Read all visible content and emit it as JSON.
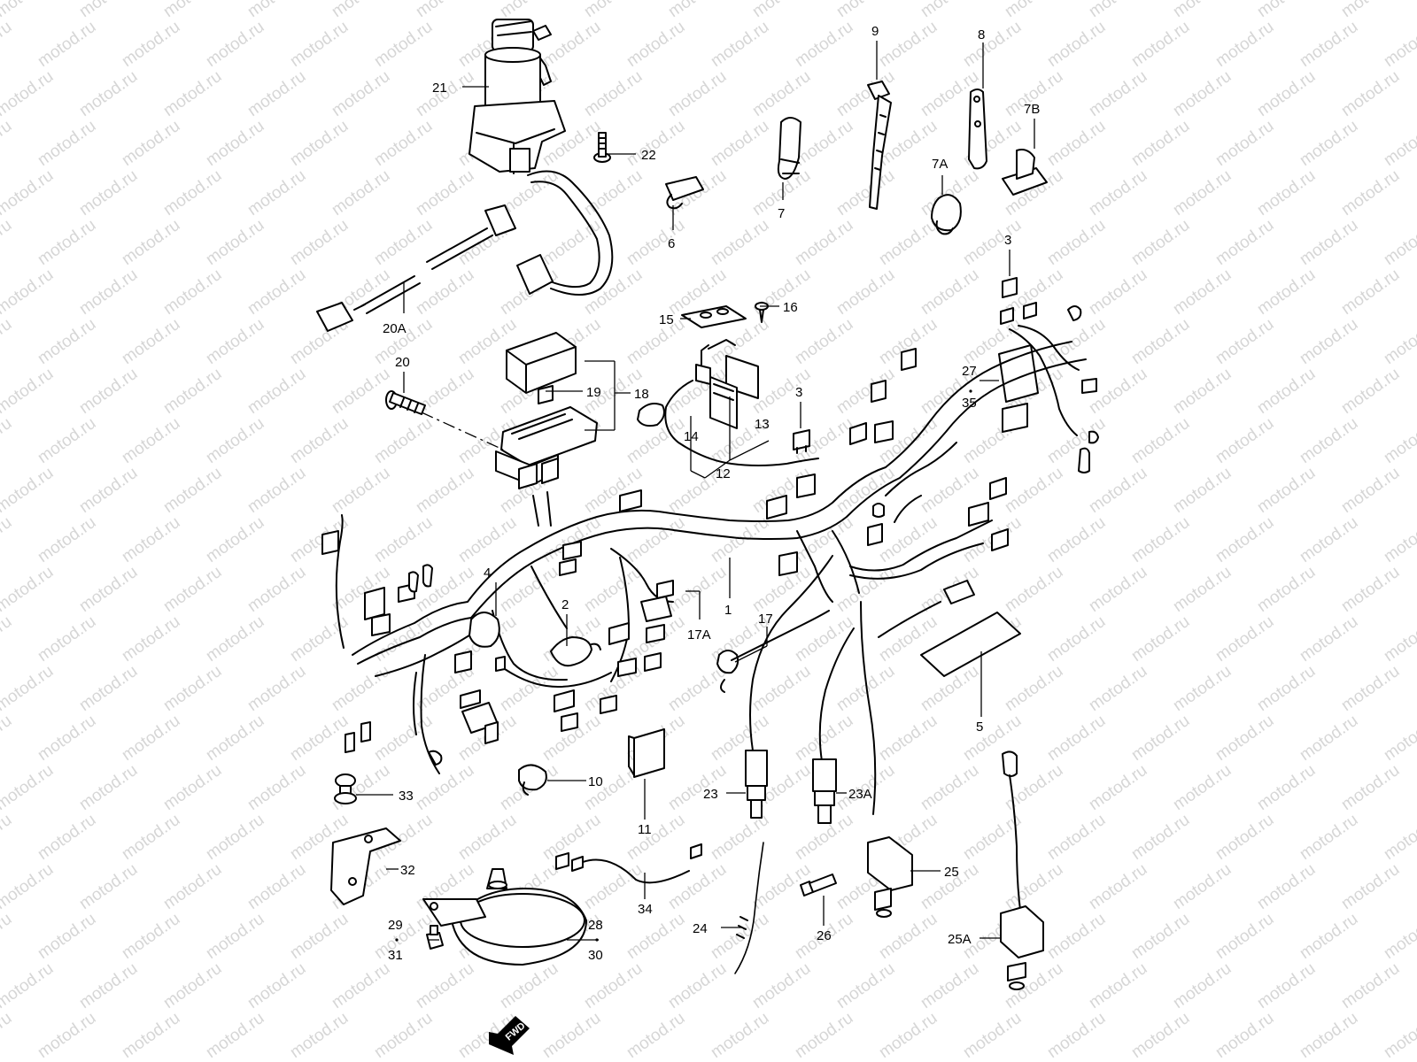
{
  "watermark": "motod.ru",
  "fwd_arrow_label": "FWD",
  "labels": [
    {
      "id": "21",
      "text": "21"
    },
    {
      "id": "22",
      "text": "22"
    },
    {
      "id": "20A",
      "text": "20A"
    },
    {
      "id": "20",
      "text": "20"
    },
    {
      "id": "19",
      "text": "19"
    },
    {
      "id": "18",
      "text": "18"
    },
    {
      "id": "15",
      "text": "15"
    },
    {
      "id": "16",
      "text": "16"
    },
    {
      "id": "14",
      "text": "14"
    },
    {
      "id": "13",
      "text": "13"
    },
    {
      "id": "12",
      "text": "12"
    },
    {
      "id": "6",
      "text": "6"
    },
    {
      "id": "7",
      "text": "7"
    },
    {
      "id": "9",
      "text": "9"
    },
    {
      "id": "8",
      "text": "8"
    },
    {
      "id": "7A",
      "text": "7A"
    },
    {
      "id": "7B",
      "text": "7B"
    },
    {
      "id": "3a",
      "text": "3"
    },
    {
      "id": "3b",
      "text": "3"
    },
    {
      "id": "27",
      "text": "27"
    },
    {
      "id": "35",
      "text": "35"
    },
    {
      "id": "4",
      "text": "4"
    },
    {
      "id": "2",
      "text": "2"
    },
    {
      "id": "1",
      "text": "1"
    },
    {
      "id": "17A",
      "text": "17A"
    },
    {
      "id": "17",
      "text": "17"
    },
    {
      "id": "5",
      "text": "5"
    },
    {
      "id": "10",
      "text": "10"
    },
    {
      "id": "11",
      "text": "11"
    },
    {
      "id": "33",
      "text": "33"
    },
    {
      "id": "32",
      "text": "32"
    },
    {
      "id": "23",
      "text": "23"
    },
    {
      "id": "23A",
      "text": "23A"
    },
    {
      "id": "25",
      "text": "25"
    },
    {
      "id": "26",
      "text": "26"
    },
    {
      "id": "24",
      "text": "24"
    },
    {
      "id": "34",
      "text": "34"
    },
    {
      "id": "25A",
      "text": "25A"
    },
    {
      "id": "29",
      "text": "29"
    },
    {
      "id": "31",
      "text": "31"
    },
    {
      "id": "28",
      "text": "28"
    },
    {
      "id": "30",
      "text": "30"
    }
  ]
}
